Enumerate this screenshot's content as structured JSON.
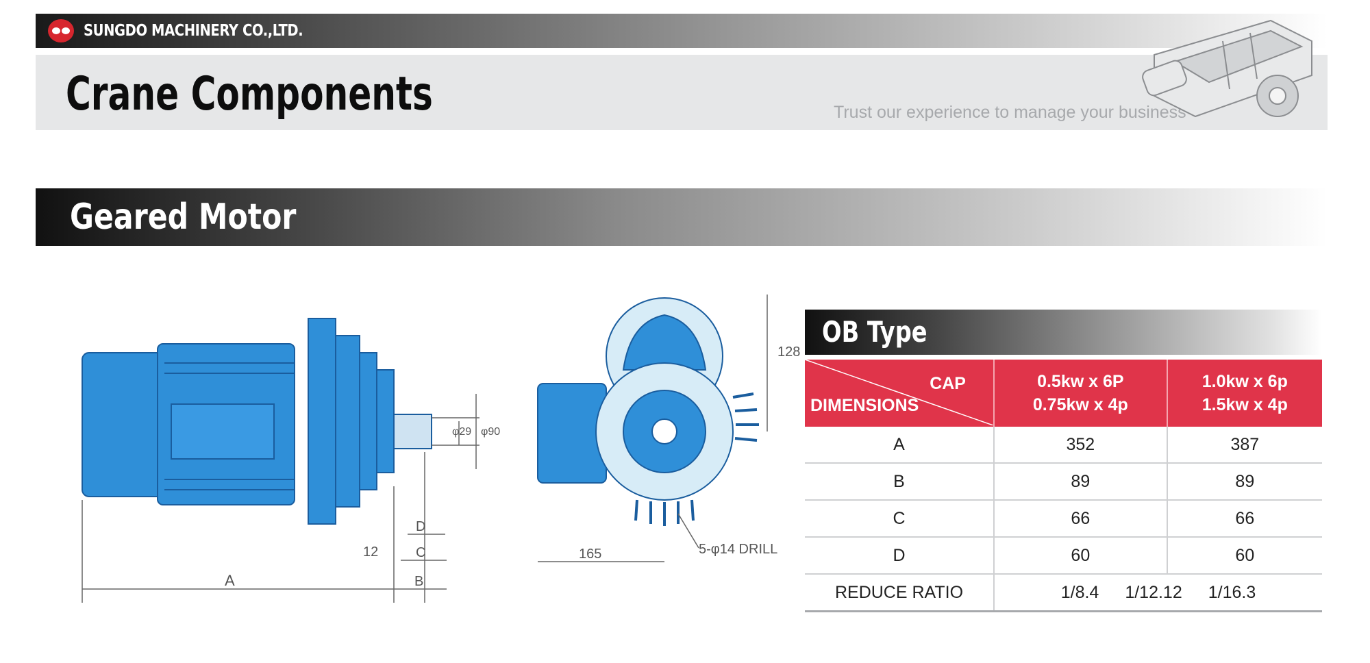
{
  "header": {
    "company": "SUNGDO MACHINERY CO.,LTD.",
    "title": "Crane Components",
    "tagline": "Trust our experience to manage your business"
  },
  "section": {
    "title": "Geared Motor"
  },
  "drawing": {
    "labels": {
      "a": "A",
      "b": "B",
      "c": "C",
      "d": "D",
      "twelve": "12",
      "d165": "165",
      "d128": "128",
      "phi29": "φ29",
      "phi90": "φ90",
      "drill": "5-φ14 DRILL"
    }
  },
  "table": {
    "title": "OB Type",
    "corner_top": "CAP",
    "corner_bottom": "DIMENSIONS",
    "columns": [
      {
        "line1": "0.5kw x 6P",
        "line2": "0.75kw x 4p"
      },
      {
        "line1": "1.0kw x 6p",
        "line2": "1.5kw x 4p"
      }
    ],
    "rows": [
      {
        "label": "A",
        "v1": "352",
        "v2": "387"
      },
      {
        "label": "B",
        "v1": "89",
        "v2": "89"
      },
      {
        "label": "C",
        "v1": "66",
        "v2": "66"
      },
      {
        "label": "D",
        "v1": "60",
        "v2": "60"
      }
    ],
    "ratio": {
      "label": "REDUCE RATIO",
      "values": [
        "1/8.4",
        "1/12.12",
        "1/16.3"
      ]
    }
  }
}
